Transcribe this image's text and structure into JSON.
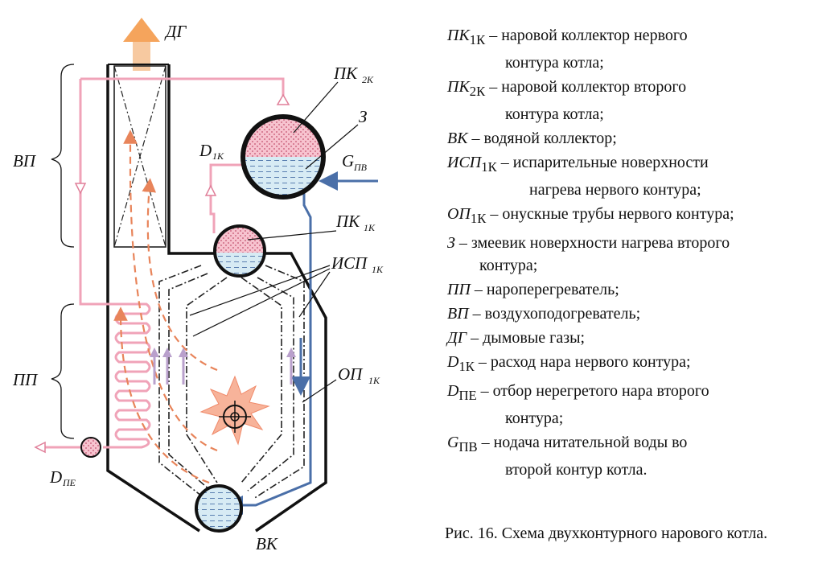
{
  "diagram": {
    "labels": {
      "dg": "ДГ",
      "vp": "ВП",
      "pp": "ПП",
      "vk": "ВК",
      "pk2_main": "ПК",
      "pk2_sub": "2К",
      "z": "З",
      "d1_main": "D",
      "d1_sub": "1К",
      "gpv_main": "G",
      "gpv_sub": "ПВ",
      "pk1_main": "ПК",
      "pk1_sub": "1К",
      "isp_main": "ИСП",
      "isp_sub": "1К",
      "op_main": "ОП",
      "op_sub": "1К",
      "dpe_main": "D",
      "dpe_sub": "ПЕ"
    },
    "colors": {
      "steam_pink": "#f0a3b8",
      "water_blue": "#4a6fa8",
      "flue_orange": "#f5a45c",
      "hot_gas_dash": "#e8845a",
      "air_purple": "#b9a0cc",
      "flame": "#f7b39a",
      "drum_water": "#d7ebf4"
    }
  },
  "legend": [
    {
      "sym": "ПК",
      "sub": "1К",
      "text": " – наровой коллектор нервого",
      "cont": "контура котла;"
    },
    {
      "sym": "ПК",
      "sub": "2К",
      "text": " – наровой коллектор второго",
      "cont": "контура котла;"
    },
    {
      "sym": "ВК",
      "sub": "",
      "text": " – водяной коллектор;",
      "cont": ""
    },
    {
      "sym": "ИСП",
      "sub": "1К",
      "text": " – испарительные новерхности",
      "cont": "нагрева нервого контура;"
    },
    {
      "sym": "ОП",
      "sub": "1К",
      "text": " – онускные трубы нервого контура;",
      "cont": ""
    },
    {
      "sym": "З",
      "sub": "",
      "text": " – змеевик новерхности нагрева второго",
      "cont": "контура;"
    },
    {
      "sym": "ПП",
      "sub": "",
      "text": " – нароперегреватель;",
      "cont": ""
    },
    {
      "sym": "ВП",
      "sub": "",
      "text": " – воздухоподогреватель;",
      "cont": ""
    },
    {
      "sym": "ДГ",
      "sub": "",
      "text": " – дымовые газы;",
      "cont": ""
    },
    {
      "sym": "D",
      "sub": "1К",
      "text": " – расход нара нервого контура;",
      "cont": ""
    },
    {
      "sym": "D",
      "sub": "ПЕ",
      "text": " – отбор нерегретого нара второго",
      "cont": "контура;"
    },
    {
      "sym": "G",
      "sub": "ПВ",
      "text": " – нодача нитательной воды во",
      "cont": "второй контур котла."
    }
  ],
  "caption": "Рис. 16. Схема двухконтурного нарового котла."
}
